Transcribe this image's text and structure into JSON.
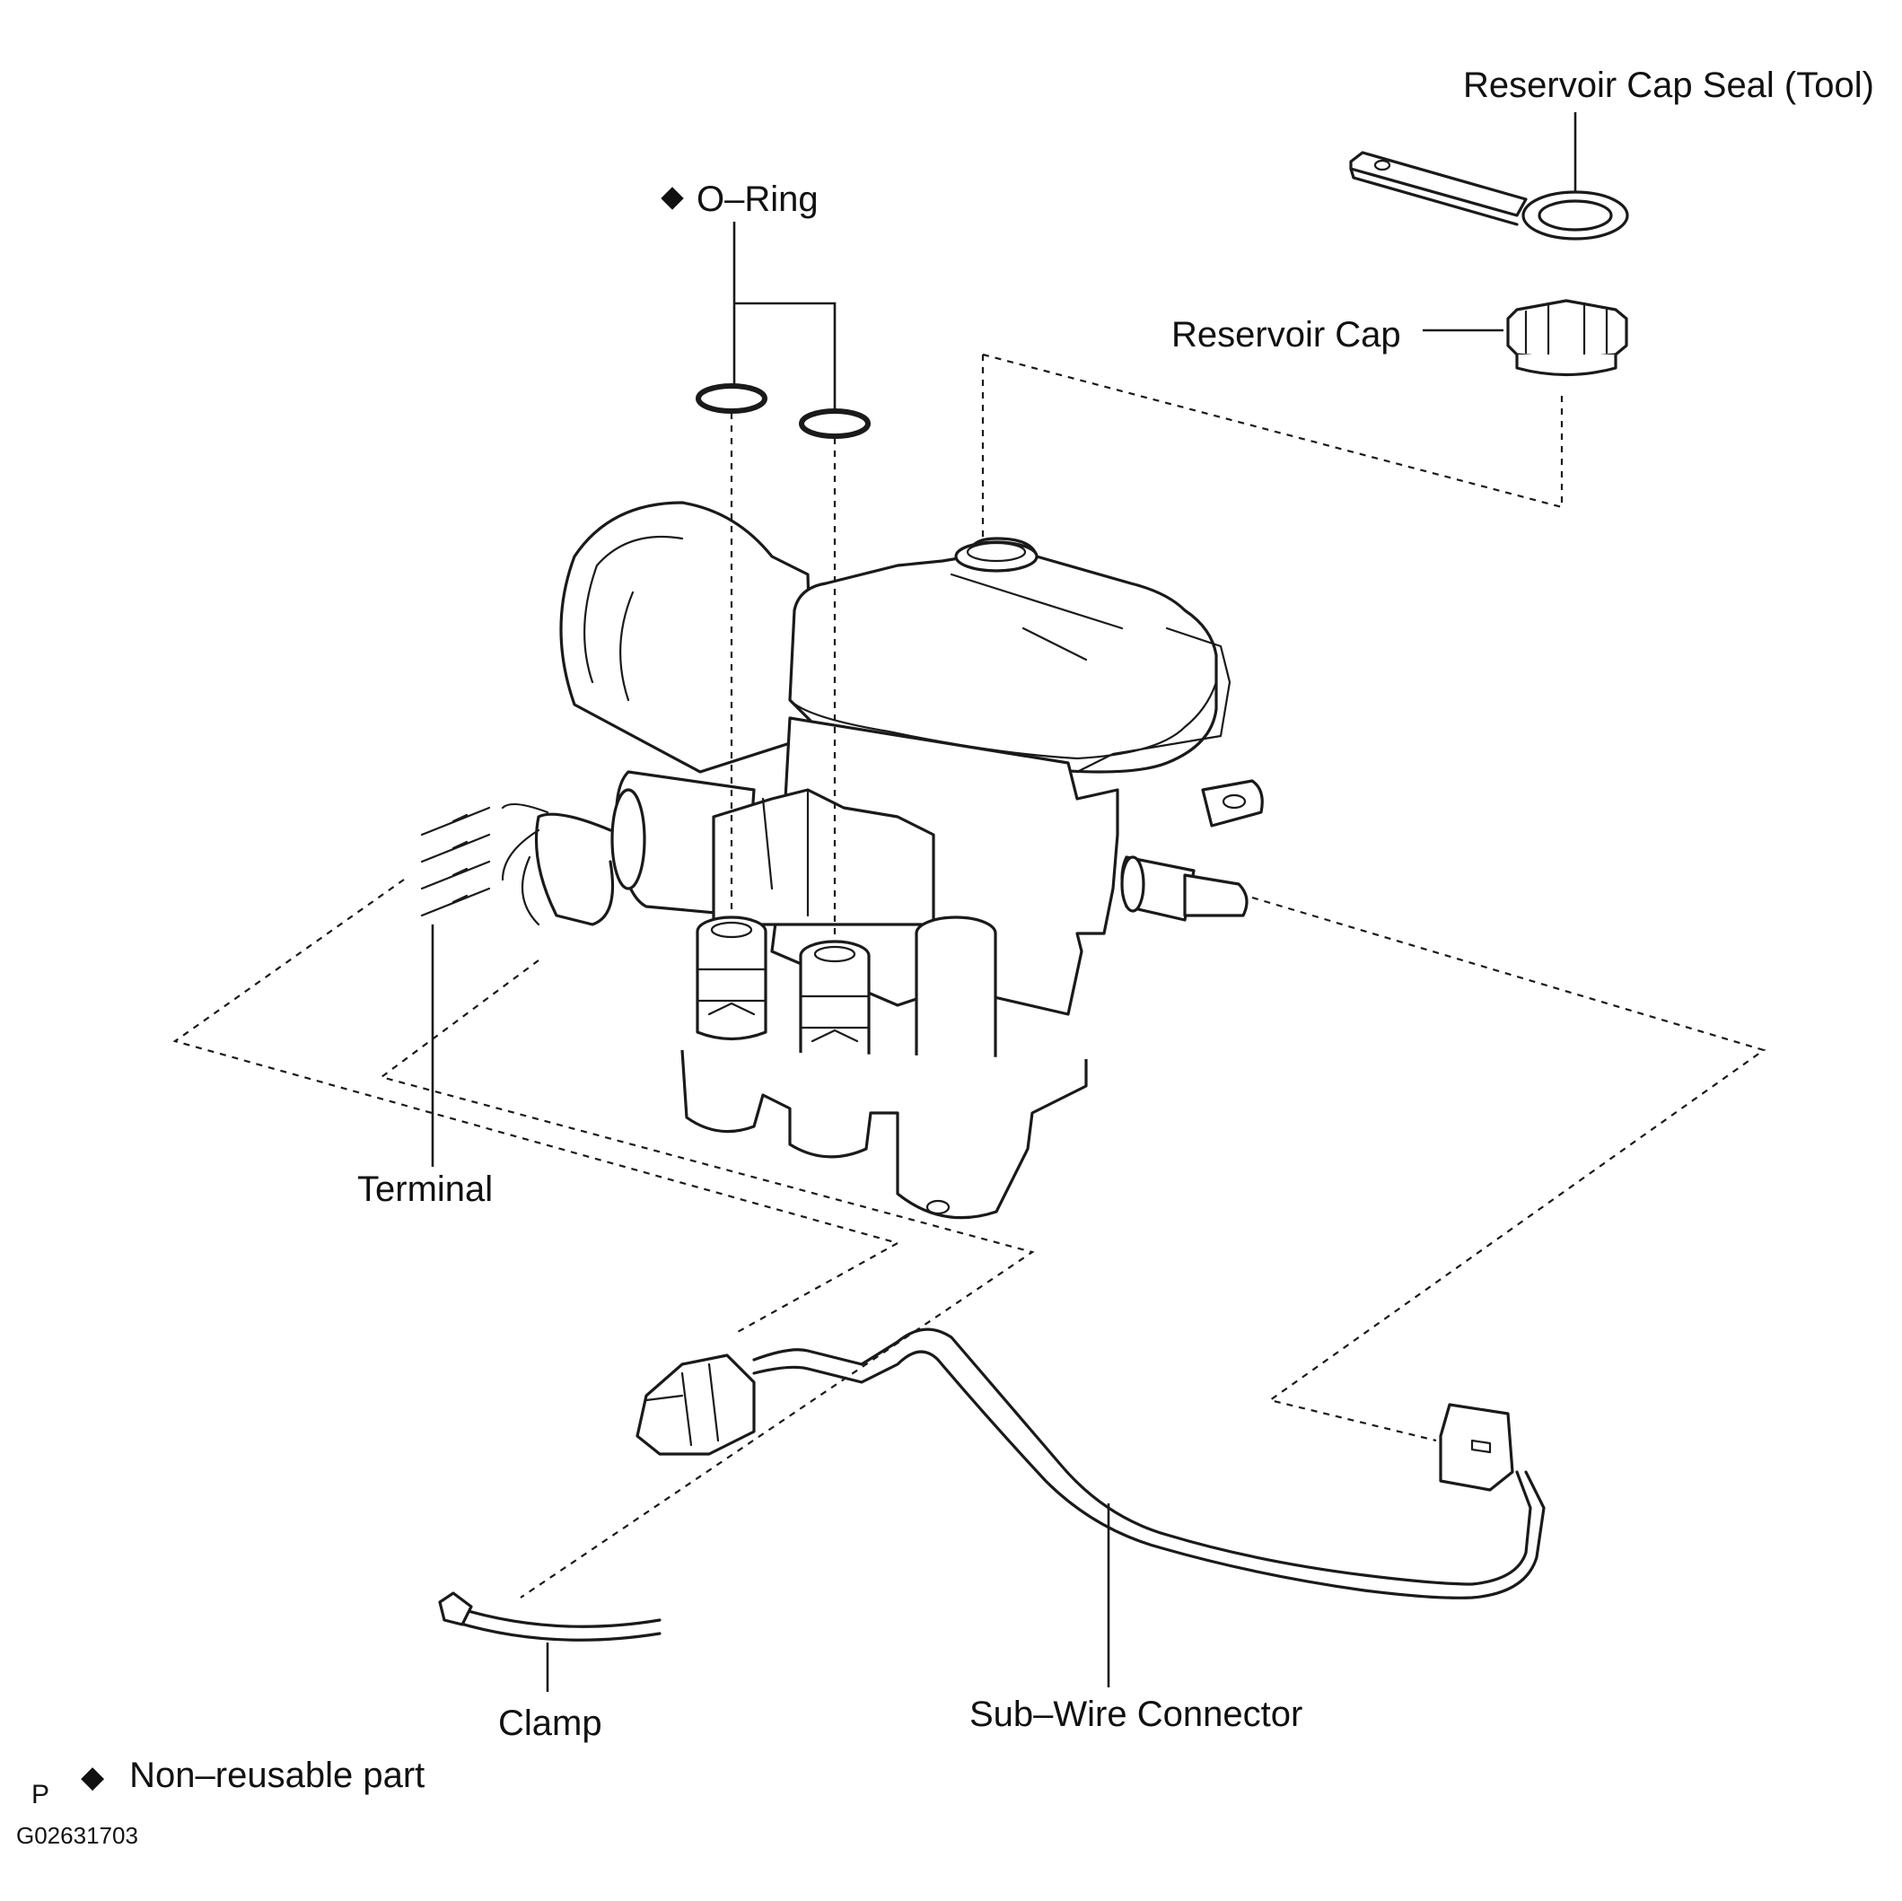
{
  "labels": {
    "reservoir_cap_seal": "Reservoir Cap Seal (Tool)",
    "o_ring": "O–Ring",
    "reservoir_cap": "Reservoir Cap",
    "terminal": "Terminal",
    "clamp": "Clamp",
    "sub_wire_connector": "Sub–Wire Connector"
  },
  "legend": {
    "symbol": "◆",
    "text": "Non–reusable part"
  },
  "corner": {
    "letter": "P",
    "figure_code": "G02631703"
  }
}
